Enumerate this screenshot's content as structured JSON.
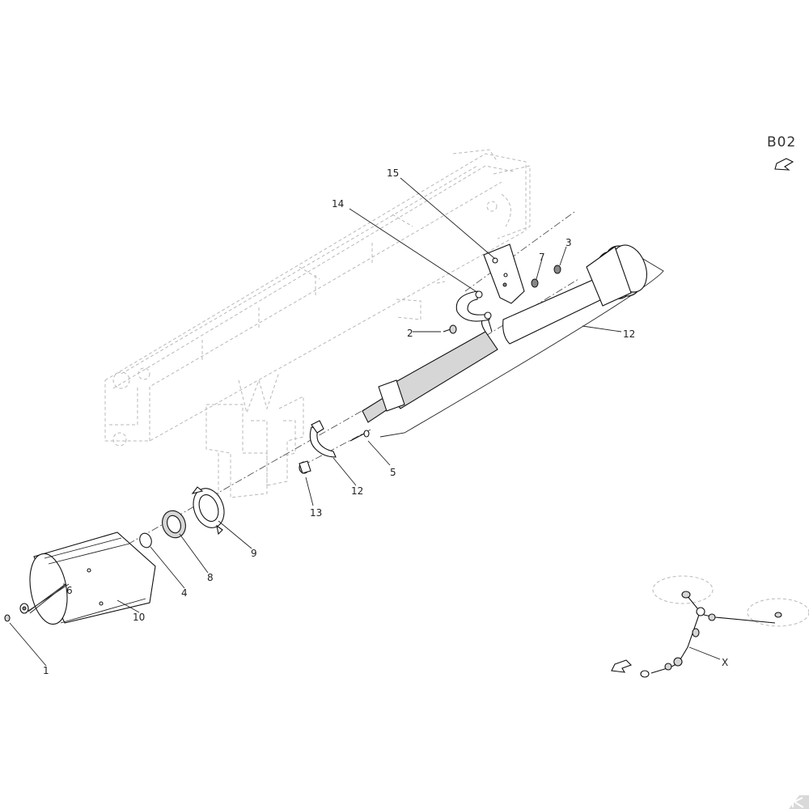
{
  "page_code": "B02",
  "callouts": [
    {
      "id": "c1",
      "text": "1"
    },
    {
      "id": "c2",
      "text": "2"
    },
    {
      "id": "c3",
      "text": "3"
    },
    {
      "id": "c4",
      "text": "4"
    },
    {
      "id": "c5",
      "text": "5"
    },
    {
      "id": "c6",
      "text": "6"
    },
    {
      "id": "c7",
      "text": "7"
    },
    {
      "id": "c8",
      "text": "8"
    },
    {
      "id": "c9",
      "text": "9"
    },
    {
      "id": "c10",
      "text": "10"
    },
    {
      "id": "c12a",
      "text": "12"
    },
    {
      "id": "c12b",
      "text": "12"
    },
    {
      "id": "c13",
      "text": "13"
    },
    {
      "id": "c14",
      "text": "14"
    },
    {
      "id": "c15",
      "text": "15"
    }
  ],
  "overview_label": "X",
  "icons": [
    "arrow-icon",
    "brand-logo-icon"
  ]
}
